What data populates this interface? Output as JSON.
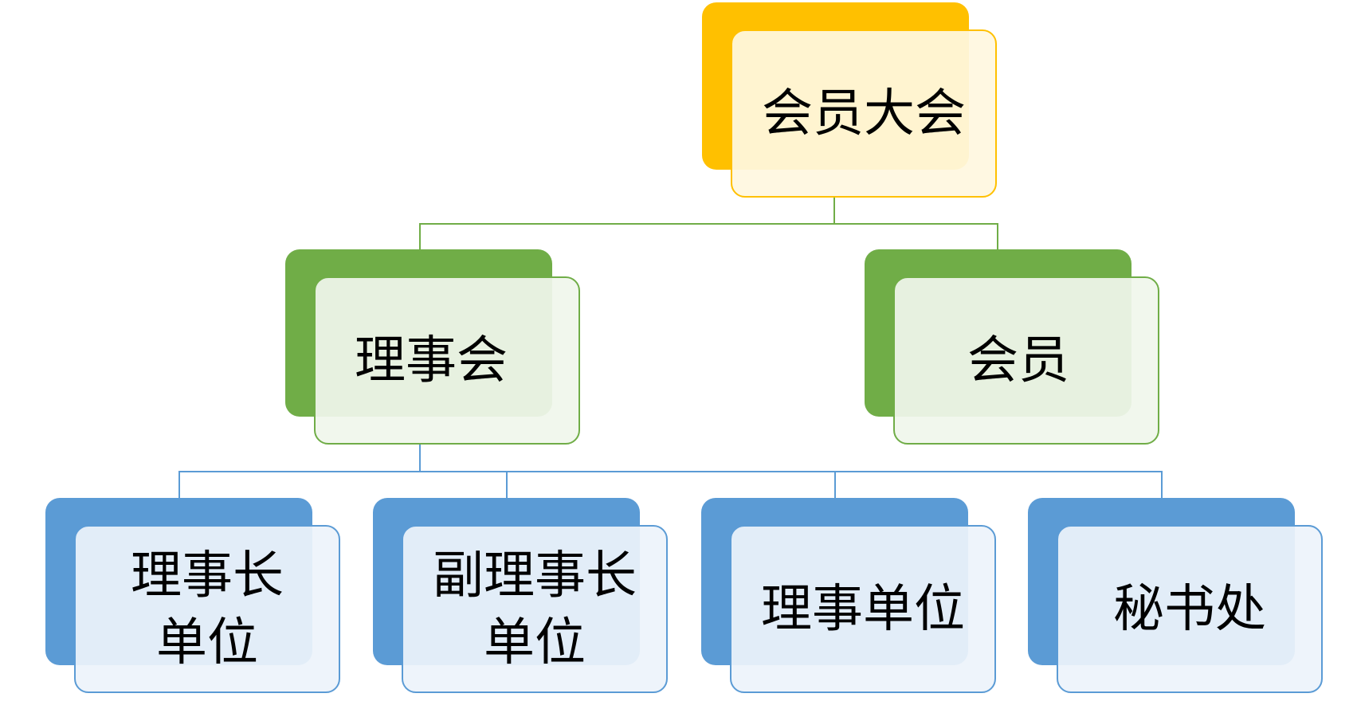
{
  "colors": {
    "level1_accent": "#FFC000",
    "level2_accent": "#70AD47",
    "level3_accent": "#5B9BD5"
  },
  "nodes": {
    "root": "会员大会",
    "board": "理事会",
    "member": "会员",
    "chair": "理事长\n单位",
    "vice": "副理事长\n单位",
    "unit": "理事单位",
    "secretariat": "秘书处"
  }
}
